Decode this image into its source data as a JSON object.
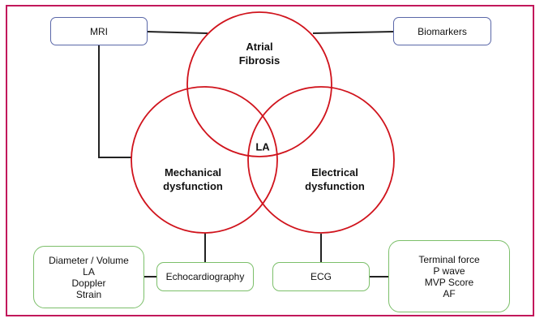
{
  "circles": {
    "atrial_fibrosis": [
      "Atrial",
      "Fibrosis"
    ],
    "mechanical": [
      "Mechanical",
      "dysfunction"
    ],
    "electrical": [
      "Electrical",
      "dysfunction"
    ],
    "center": "LA"
  },
  "boxes": {
    "mri": "MRI",
    "biomarkers": "Biomarkers",
    "echocardiography": "Echocardiography",
    "ecg": "ECG",
    "echo_params": [
      "Diameter / Volume",
      "LA",
      "Doppler",
      "Strain"
    ],
    "ecg_params": [
      "Terminal force",
      "P wave",
      "MVP Score",
      "AF"
    ]
  },
  "colors": {
    "circle_stroke": "#d0131c",
    "frame": "#c2185b",
    "blue_box": "#5a67a8",
    "green_box": "#7cbf6a",
    "connector": "#222222"
  }
}
